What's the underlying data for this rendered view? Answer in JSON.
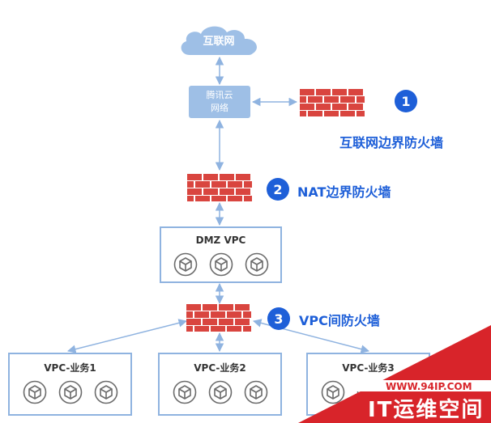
{
  "internet": {
    "label": "互联网"
  },
  "tencent_network": {
    "line1": "腾讯云",
    "line2": "网络"
  },
  "firewalls": [
    {
      "number": "1",
      "label": "互联网边界防火墙"
    },
    {
      "number": "2",
      "label": "NAT边界防火墙"
    },
    {
      "number": "3",
      "label": "VPC间防火墙"
    }
  ],
  "dmz": {
    "title": "DMZ VPC",
    "instance_count": 3
  },
  "business_vpcs": [
    {
      "title": "VPC-业务1",
      "instance_count": 3
    },
    {
      "title": "VPC-业务2",
      "instance_count": 3
    },
    {
      "title": "VPC-业务3",
      "instance_count": 3
    }
  ],
  "watermark": {
    "url": "WWW.94IP.COM",
    "brand": "IT运维空间"
  },
  "colors": {
    "arrow": "#8fb3e0",
    "firewall_brick": "#d9453f",
    "badge": "#1e5fd8",
    "watermark_red": "#d8242a"
  }
}
